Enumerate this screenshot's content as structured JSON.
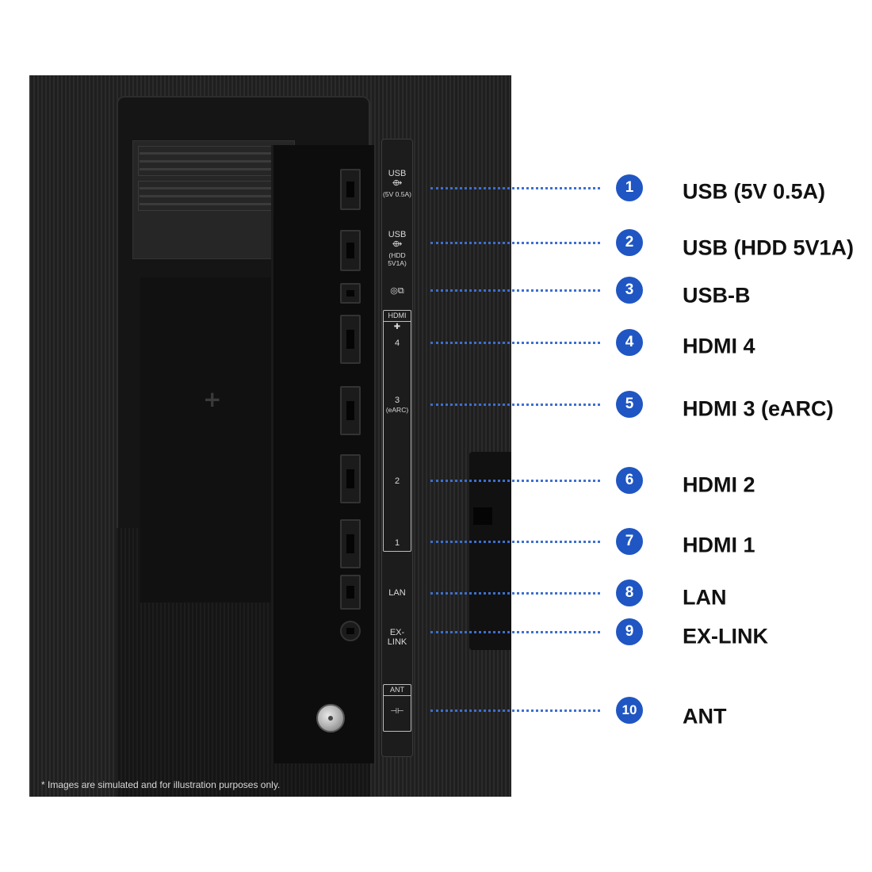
{
  "panel": {
    "port_labels": {
      "usb1_title": "USB",
      "usb1_icon": "⟴",
      "usb1_spec": "(5V 0.5A)",
      "usb2_title": "USB",
      "usb2_icon": "⟴",
      "usb2_spec": "(HDD 5V1A)",
      "usbb_icons": "◎⧉",
      "hdmi_header": "HDMI",
      "hdmi_4": "4",
      "hdmi_3": "3",
      "hdmi_3_sub": "(eARC)",
      "hdmi_2": "2",
      "hdmi_1": "1",
      "lan": "LAN",
      "exlink": "EX-LINK",
      "ant_header": "ANT",
      "ant_icon": "⊣⊢"
    },
    "icons": [
      "usb-icon",
      "usb-b-icon",
      "gamepad-icon",
      "antenna-icon",
      "mount-cross-icon",
      "coax-connector-icon"
    ],
    "disclaimer": "* Images are simulated and for illustration purposes only."
  },
  "callouts": [
    {
      "number": "1",
      "label": "USB (5V 0.5A)"
    },
    {
      "number": "2",
      "label": "USB (HDD 5V1A)"
    },
    {
      "number": "3",
      "label": "USB-B"
    },
    {
      "number": "4",
      "label": "HDMI 4"
    },
    {
      "number": "5",
      "label": "HDMI 3 (eARC)"
    },
    {
      "number": "6",
      "label": "HDMI 2"
    },
    {
      "number": "7",
      "label": "HDMI 1"
    },
    {
      "number": "8",
      "label": "LAN"
    },
    {
      "number": "9",
      "label": "EX-LINK"
    },
    {
      "number": "10",
      "label": "ANT"
    }
  ],
  "colors": {
    "badge": "#1f56c3",
    "leader": "#3d6fd0",
    "label_text": "#111111",
    "panel": "#262626"
  }
}
